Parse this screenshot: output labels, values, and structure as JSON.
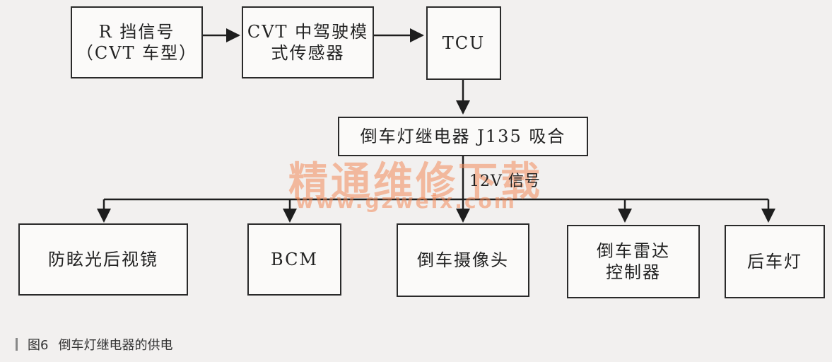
{
  "nodes": {
    "r_gear": "R 挡信号\n（CVT 车型）",
    "cvt_sensor": "CVT 中驾驶模\n式传感器",
    "tcu": "TCU",
    "relay": "倒车灯继电器 J135 吸合",
    "mirror": "防眩光后视镜",
    "bcm": "BCM",
    "camera": "倒车摄像头",
    "radar": "倒车雷达\n控制器",
    "rear_lamp": "后车灯"
  },
  "edge_label": "12V 信号",
  "watermark": {
    "title": "精通维修下载",
    "url": "www.gzweix.com"
  },
  "caption": {
    "number": "图6",
    "text": "倒车灯继电器的供电"
  },
  "colors": {
    "line": "#1e1e1e",
    "watermark": "#f38a5a"
  }
}
